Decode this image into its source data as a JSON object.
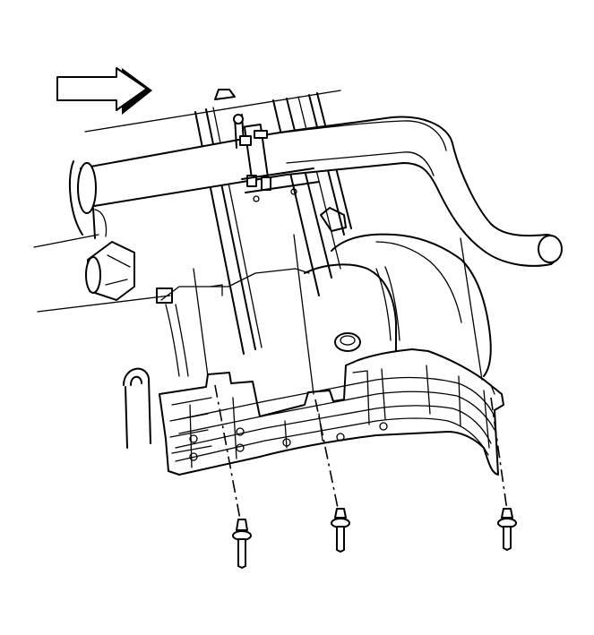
{
  "diagram": {
    "components": [
      "direction-arrow",
      "frame-rails",
      "exhaust-pipe",
      "exhaust-hanger",
      "shield-panel",
      "fasteners"
    ],
    "fastener_count": 3,
    "colors": {
      "line": "#000000",
      "background": "#ffffff"
    }
  }
}
